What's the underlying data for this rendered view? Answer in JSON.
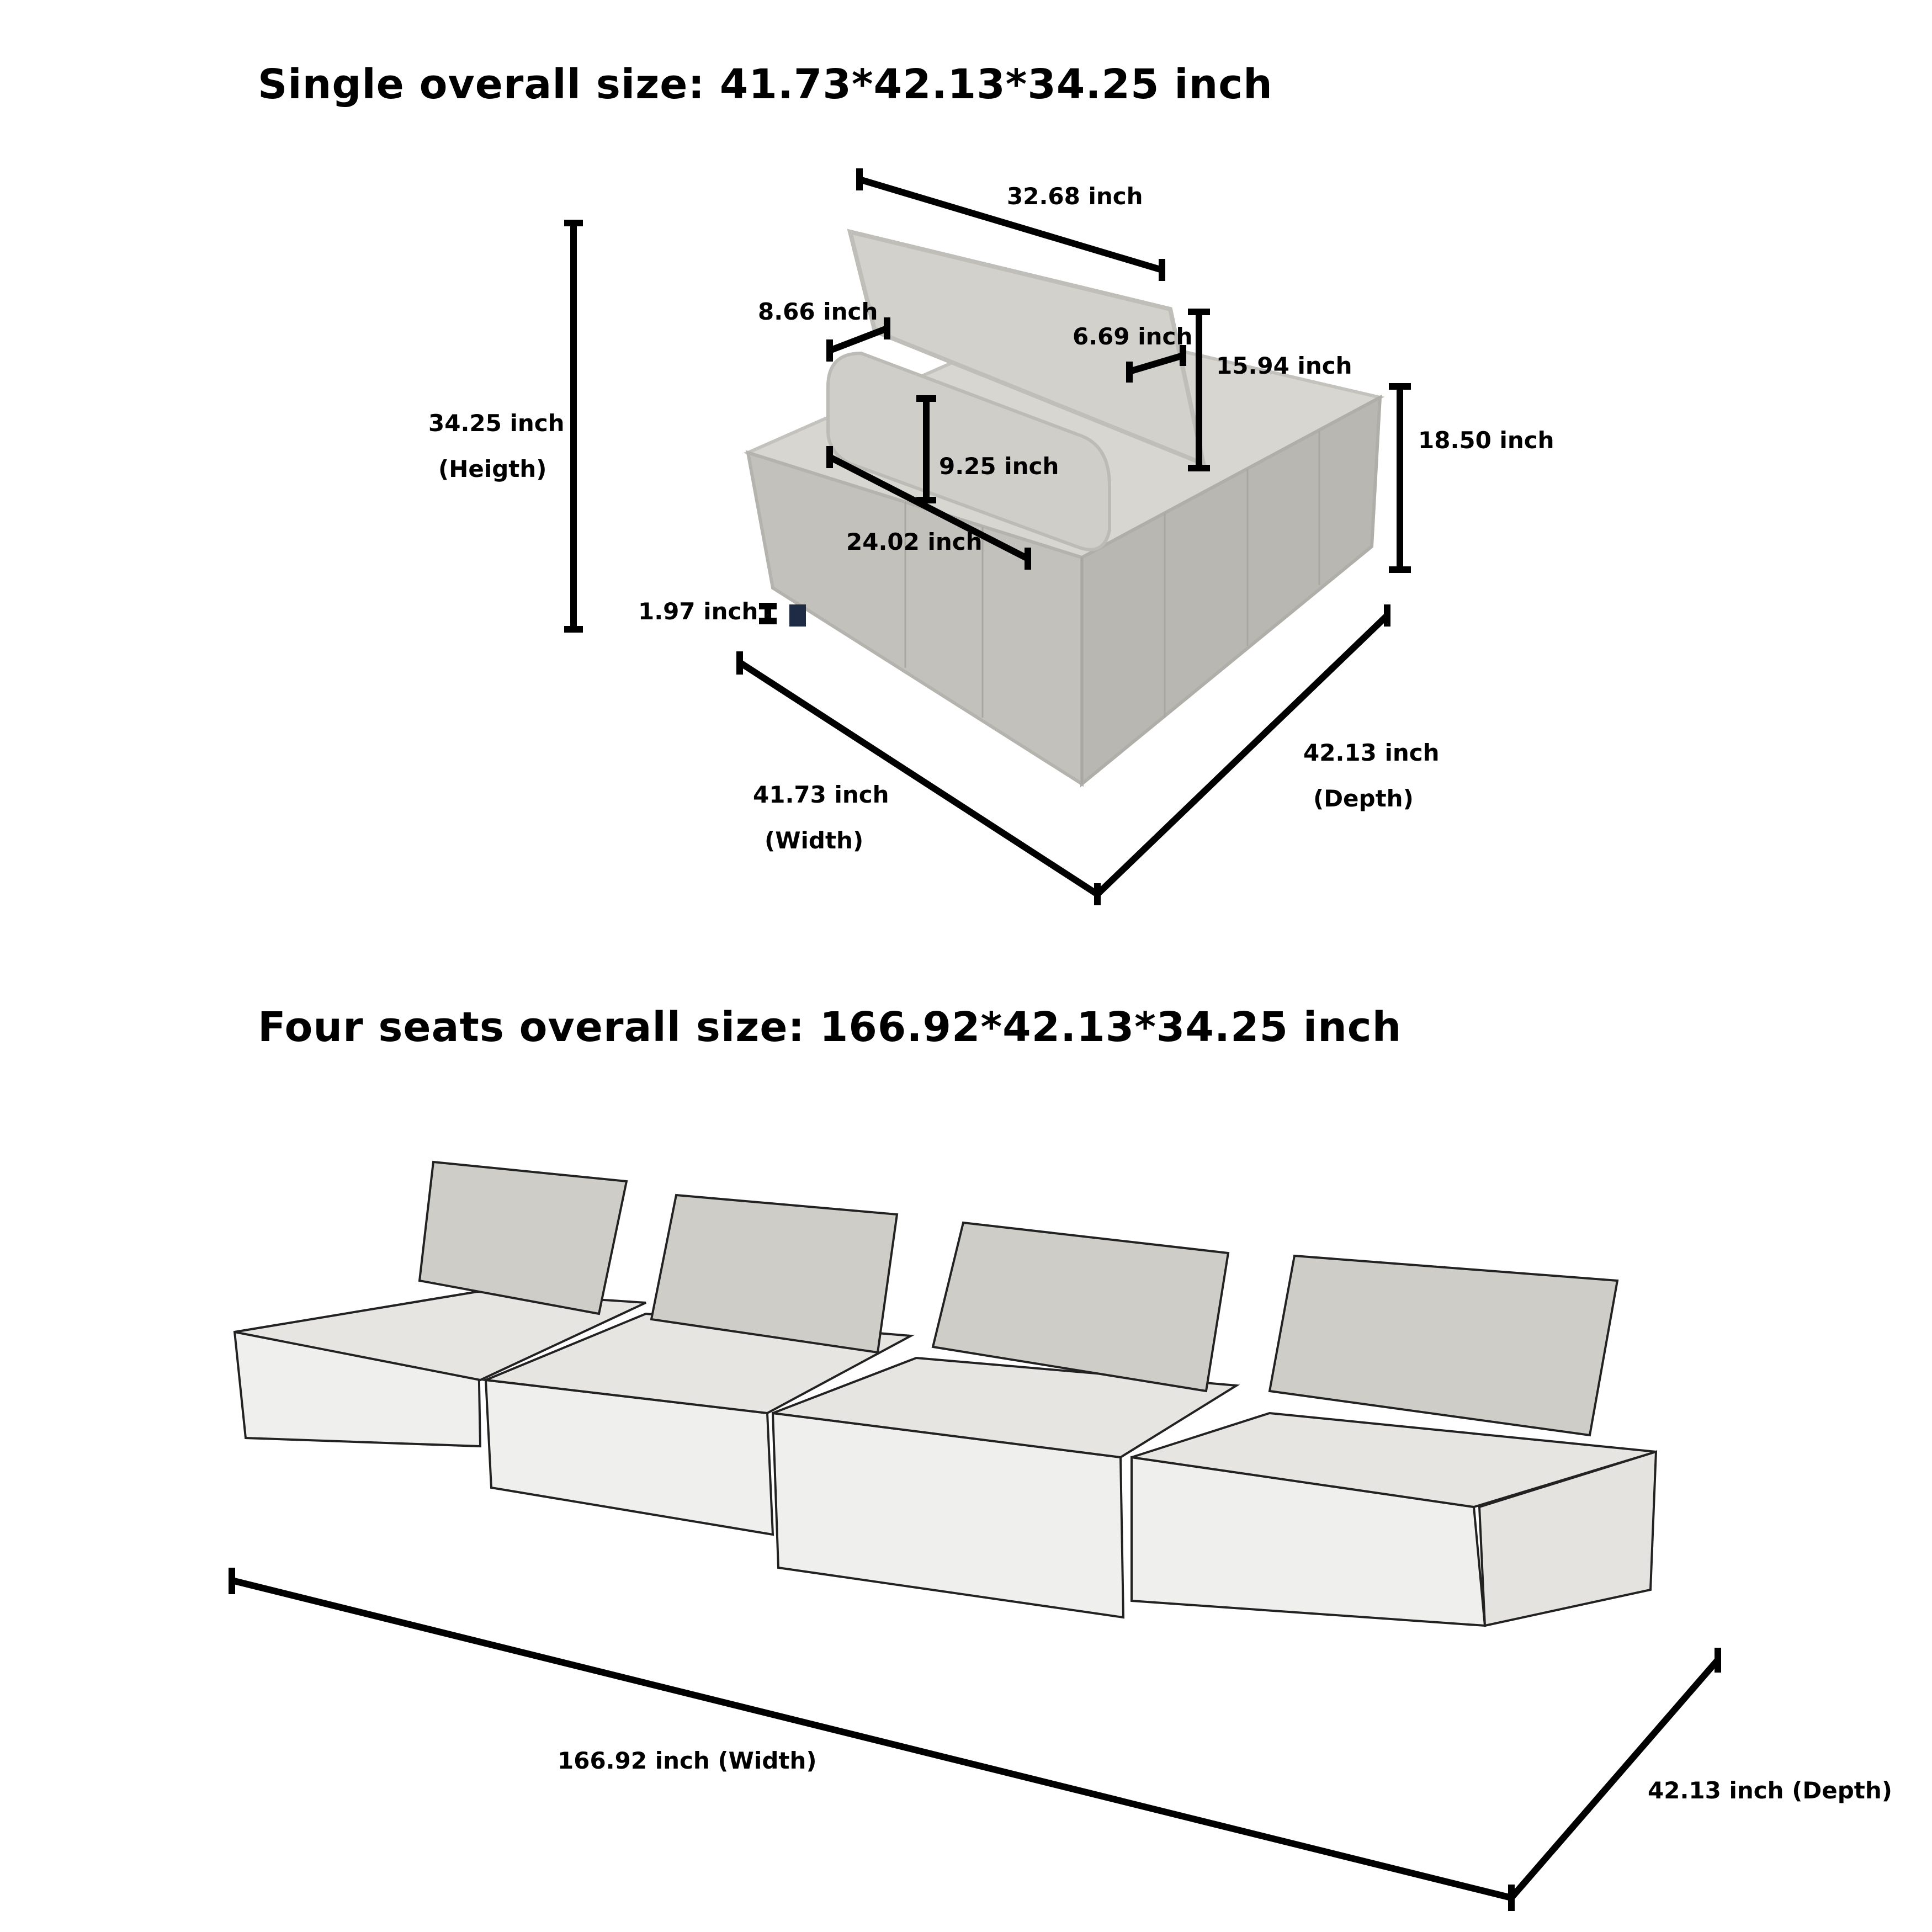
{
  "single": {
    "title": "Single overall size: 41.73*42.13*34.25 inch",
    "dimensions": {
      "height": "34.25 inch",
      "height_caption": "(Heigth)",
      "back_cushion_width": "32.68 inch",
      "pillow_depth": "8.66 inch",
      "back_cushion_thickness": "6.69 inch",
      "back_cushion_height": "15.94 inch",
      "seat_height": "18.50 inch",
      "pillow_height": "9.25 inch",
      "pillow_length": "24.02 inch",
      "leg_height": "1.97 inch",
      "width": "41.73 inch",
      "width_caption": "(Width)",
      "depth": "42.13 inch",
      "depth_caption": "(Depth)"
    }
  },
  "four_seats": {
    "title": "Four seats overall size: 166.92*42.13*34.25 inch",
    "width": "166.92 inch (Width)",
    "depth": "42.13 inch (Depth)",
    "seat_count": 4
  },
  "colors": {
    "fabric": "#c9c7c2",
    "fabric_light": "#dcdad5",
    "sketch_fill": "#eeeeec",
    "line": "#000000"
  }
}
